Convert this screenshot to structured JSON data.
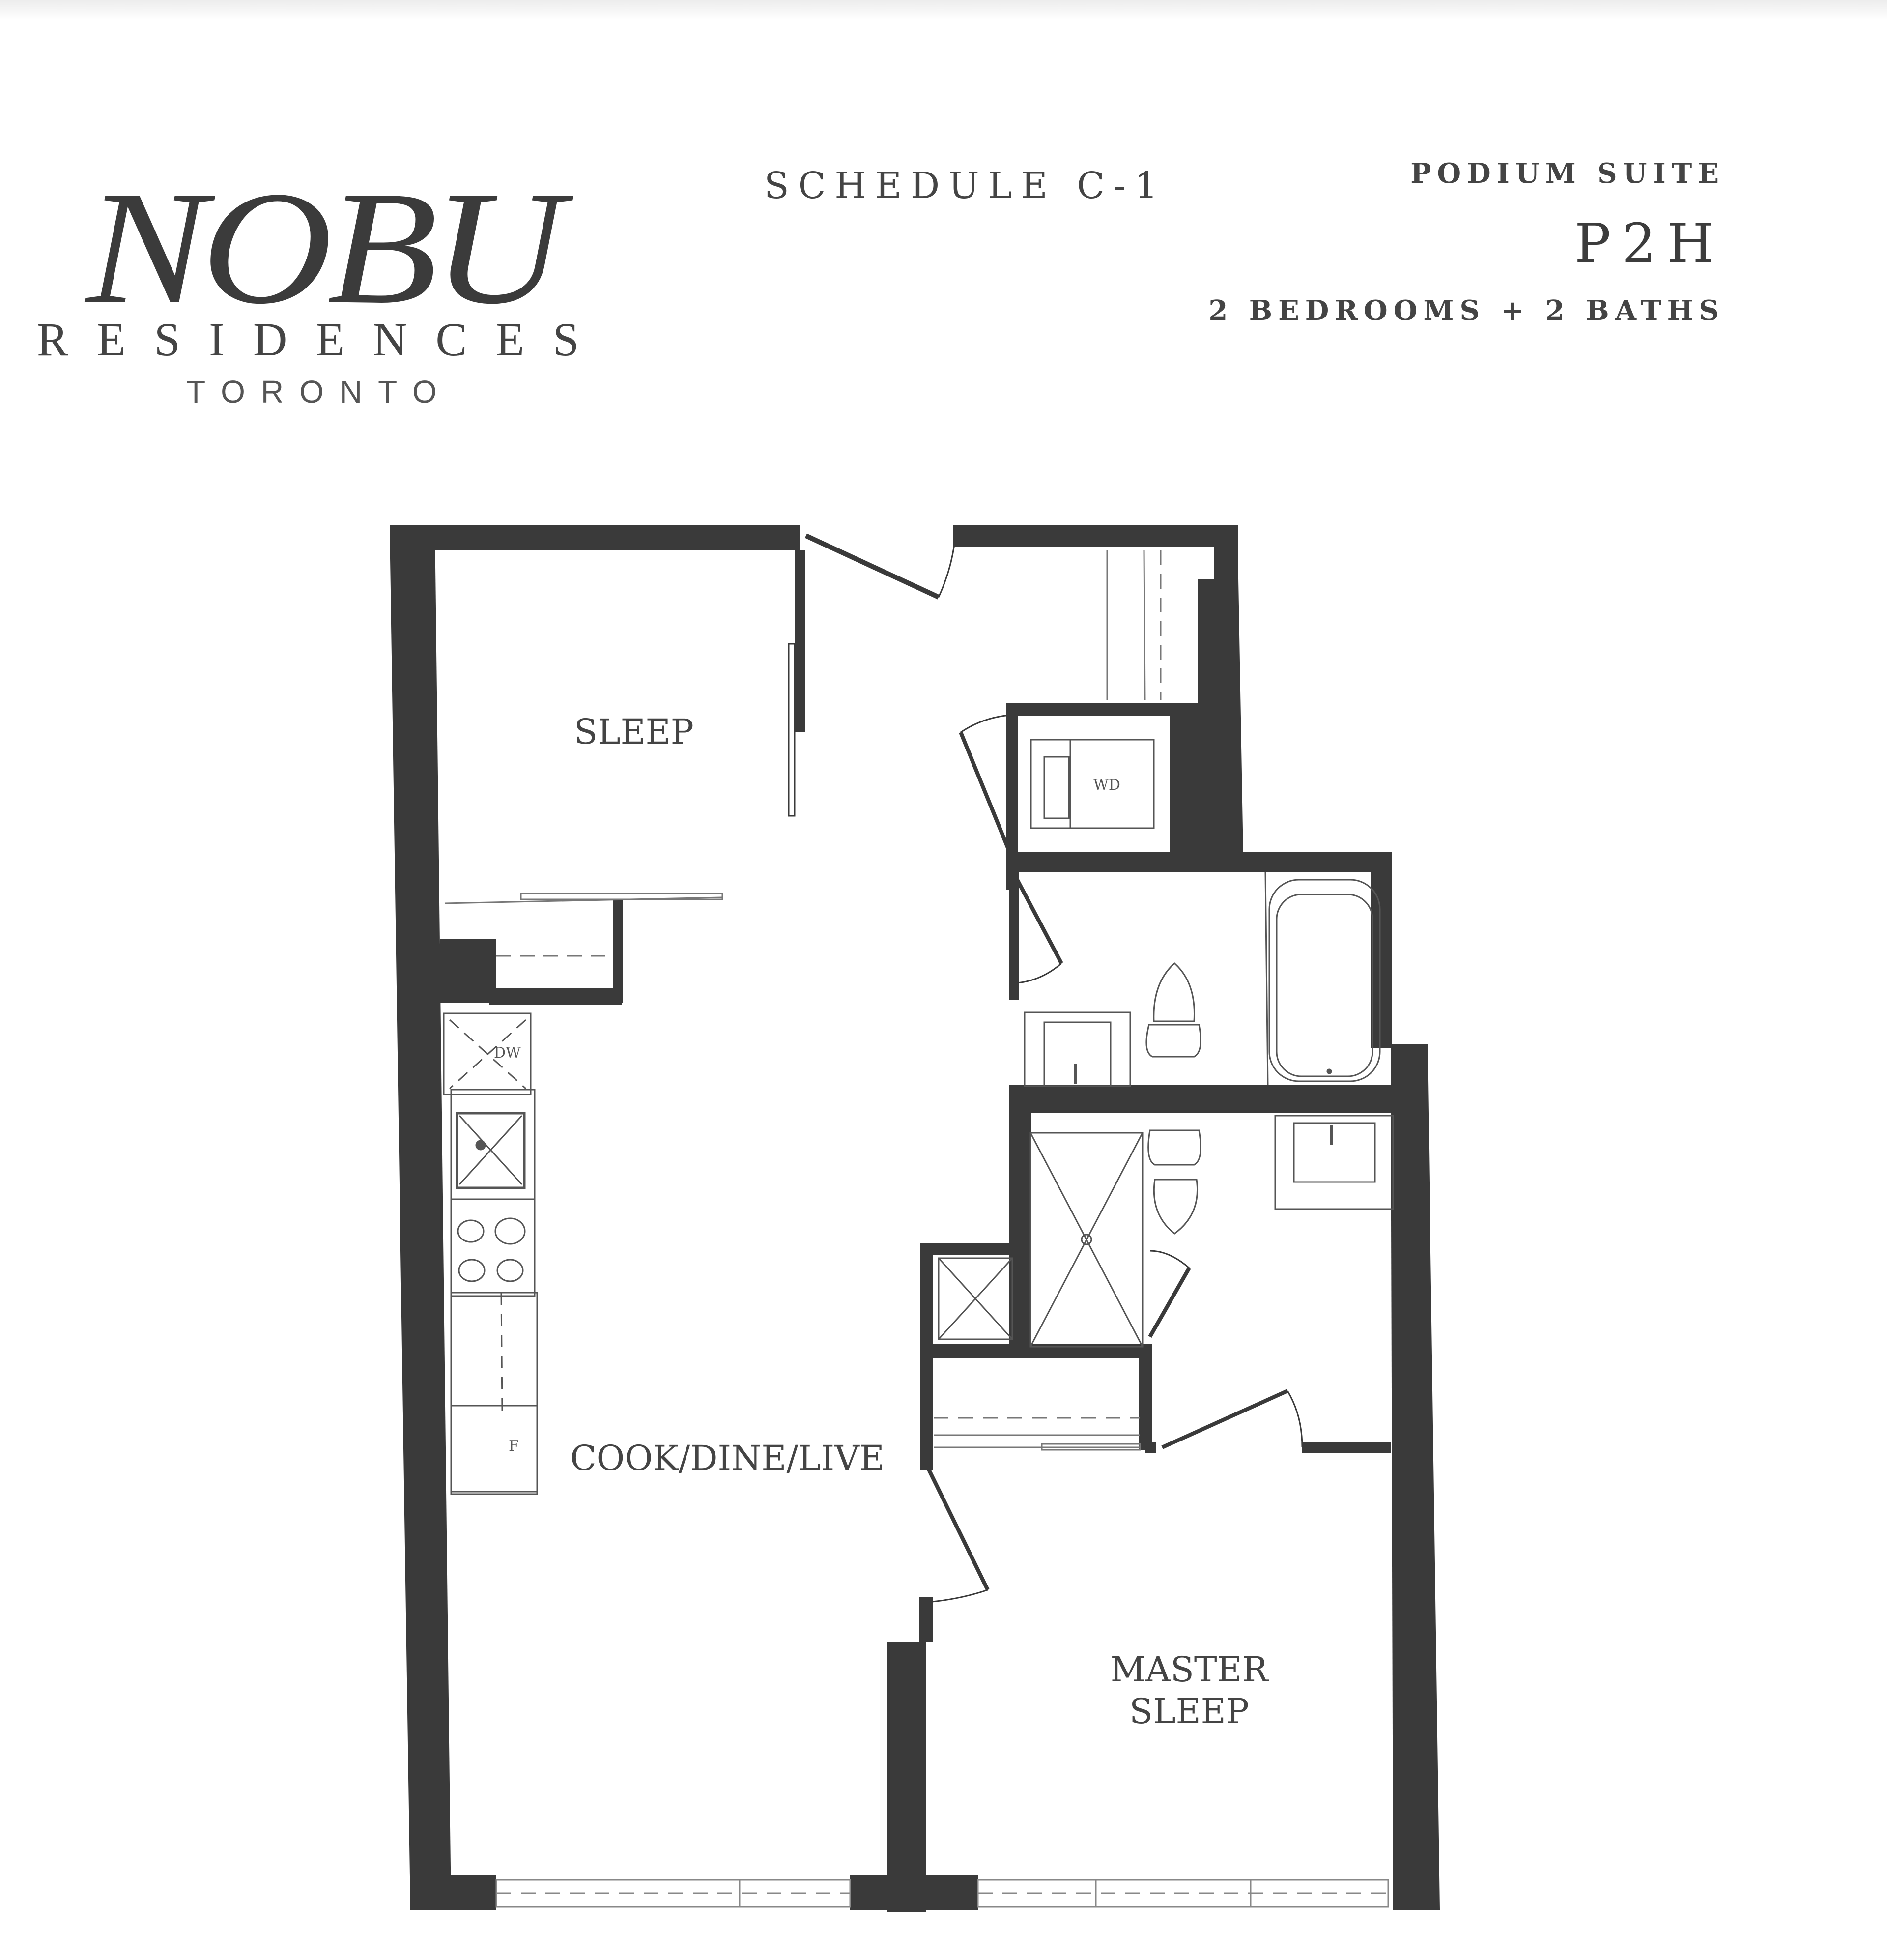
{
  "brand": {
    "name": "NOBU",
    "subtitle": "RESIDENCES",
    "city": "TORONTO"
  },
  "header": {
    "schedule": "SCHEDULE C-1",
    "suite_type": "PODIUM SUITE",
    "suite_code": "P2H",
    "suite_rooms": "2 BEDROOMS + 2 BATHS"
  },
  "floor_plan": {
    "wall_color": "#3a3a3a",
    "rooms": [
      {
        "id": "sleep",
        "label": "SLEEP"
      },
      {
        "id": "cook-dine-live",
        "label": "COOK/DINE/LIVE"
      },
      {
        "id": "master-sleep",
        "label": "MASTER\nSLEEP",
        "line1": "MASTER",
        "line2": "SLEEP"
      }
    ],
    "appliances": {
      "washer_dryer": "WD",
      "dishwasher": "DW",
      "fridge": "F"
    }
  }
}
